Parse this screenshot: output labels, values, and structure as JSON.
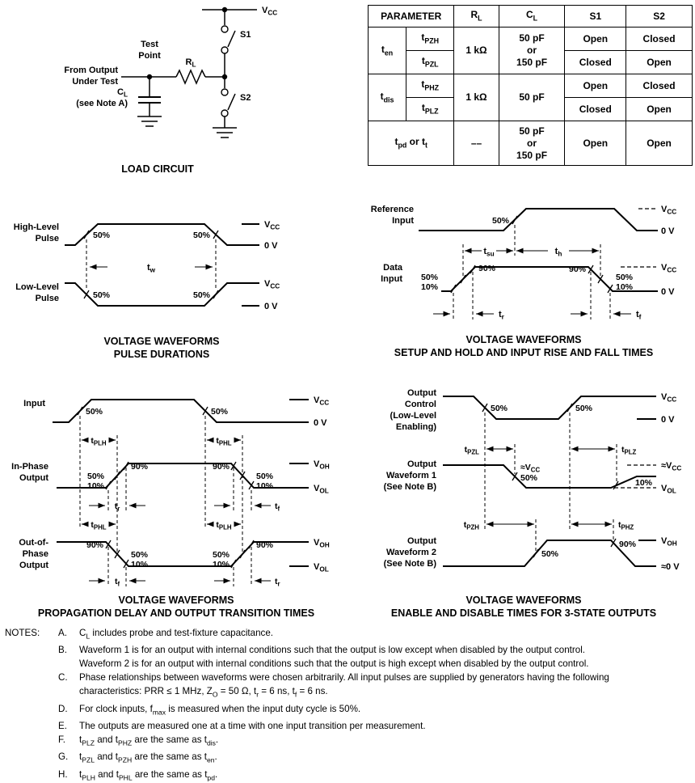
{
  "common": {
    "pct50": "50%",
    "pct90": "90%",
    "pct10": "10%",
    "vcc": "V_{CC}",
    "v0": "0 V",
    "voh": "V_{OH}",
    "vol": "V_{OL}",
    "tr": "t_{r}",
    "tf": "t_{f}",
    "approx_vcc": "≈V_{CC}",
    "approx_0v": "≈0 V",
    "voltage_waveforms": "VOLTAGE WAVEFORMS"
  },
  "load_circuit": {
    "caption": "LOAD CIRCUIT",
    "vcc": "V_{CC}",
    "s1": "S1",
    "s2": "S2",
    "rl": "R_{L}",
    "test1": "Test",
    "test2": "Point",
    "from1": "From Output",
    "from2": "Under Test",
    "cl1": "C_{L}",
    "cl2": "(see Note A)"
  },
  "table": {
    "col_parameter": "PARAMETER",
    "col_rl": "R_{L}",
    "col_cl": "C_{L}",
    "col_s1": "S1",
    "col_s2": "S2",
    "ten": "t_{en}",
    "ten_pzh": "t_{PZH}",
    "ten_pzl": "t_{PZL}",
    "ten_rl": "1 kΩ",
    "ten_cl": "50 pF\nor\n150 pF",
    "ten_pzh_s1": "Open",
    "ten_pzh_s2": "Closed",
    "ten_pzl_s1": "Closed",
    "ten_pzl_s2": "Open",
    "tdis": "t_{dis}",
    "tdis_phz": "t_{PHZ}",
    "tdis_plz": "t_{PLZ}",
    "tdis_rl": "1 kΩ",
    "tdis_cl": "50 pF",
    "tdis_phz_s1": "Open",
    "tdis_phz_s2": "Closed",
    "tdis_plz_s1": "Closed",
    "tdis_plz_s2": "Open",
    "tpd": "t_{pd} or t_{t}",
    "tpd_rl": "––",
    "tpd_cl": "50 pF\nor\n150 pF",
    "tpd_s1": "Open",
    "tpd_s2": "Open"
  },
  "pulse": {
    "high1": "High-Level",
    "high2": "Pulse",
    "low1": "Low-Level",
    "low2": "Pulse",
    "tw": "t_{w}",
    "caption": "PULSE DURATIONS"
  },
  "setup_hold": {
    "ref1": "Reference",
    "ref2": "Input",
    "data1": "Data",
    "data2": "Input",
    "tsu": "t_{su}",
    "th": "t_{h}",
    "caption": "SETUP AND HOLD AND INPUT RISE AND FALL TIMES"
  },
  "prop_delay": {
    "input": "Input",
    "in1": "In-Phase",
    "in2": "Output",
    "out1": "Out-of-",
    "out2": "Phase",
    "out3": "Output",
    "tplh": "t_{PLH}",
    "tphl": "t_{PHL}",
    "caption": "PROPAGATION DELAY AND OUTPUT TRANSITION TIMES"
  },
  "enable_disable": {
    "ctl1": "Output",
    "ctl2": "Control",
    "ctl3": "(Low-Level",
    "ctl4": "Enabling)",
    "w11": "Output",
    "w12": "Waveform 1",
    "w13": "(See Note B)",
    "w21": "Output",
    "w22": "Waveform 2",
    "w23": "(See Note B)",
    "tpzl": "t_{PZL}",
    "tplz": "t_{PLZ}",
    "tpzh": "t_{PZH}",
    "tphz": "t_{PHZ}",
    "caption": "ENABLE AND DISABLE TIMES FOR 3-STATE OUTPUTS"
  },
  "notes": {
    "label": "NOTES:",
    "items": [
      {
        "letter": "A.",
        "text": "C_{L} includes probe and test-fixture capacitance."
      },
      {
        "letter": "B.",
        "text": "Waveform 1 is for an output with internal conditions such that the output is low except when disabled by the output control.\nWaveform 2 is for an output with internal conditions such that the output is high except when disabled by the output control."
      },
      {
        "letter": "C.",
        "text": "Phase relationships between waveforms were chosen arbitrarily. All input pulses are supplied by generators having the following\ncharacteristics: PRR ≤ 1 MHz, Z_{O} = 50 Ω, t_{r} = 6 ns, t_{f} = 6 ns."
      },
      {
        "letter": "D.",
        "text": "For clock inputs, f_{max} is measured when the input duty cycle is 50%."
      },
      {
        "letter": "E.",
        "text": "The outputs are measured one at a time with one input transition per measurement."
      },
      {
        "letter": "F.",
        "text": "t_{PLZ} and t_{PHZ} are the same as t_{dis}."
      },
      {
        "letter": "G.",
        "text": "t_{PZL} and t_{PZH} are the same as t_{en}."
      },
      {
        "letter": "H.",
        "text": "t_{PLH} and t_{PHL} are the same as t_{pd}."
      }
    ]
  }
}
